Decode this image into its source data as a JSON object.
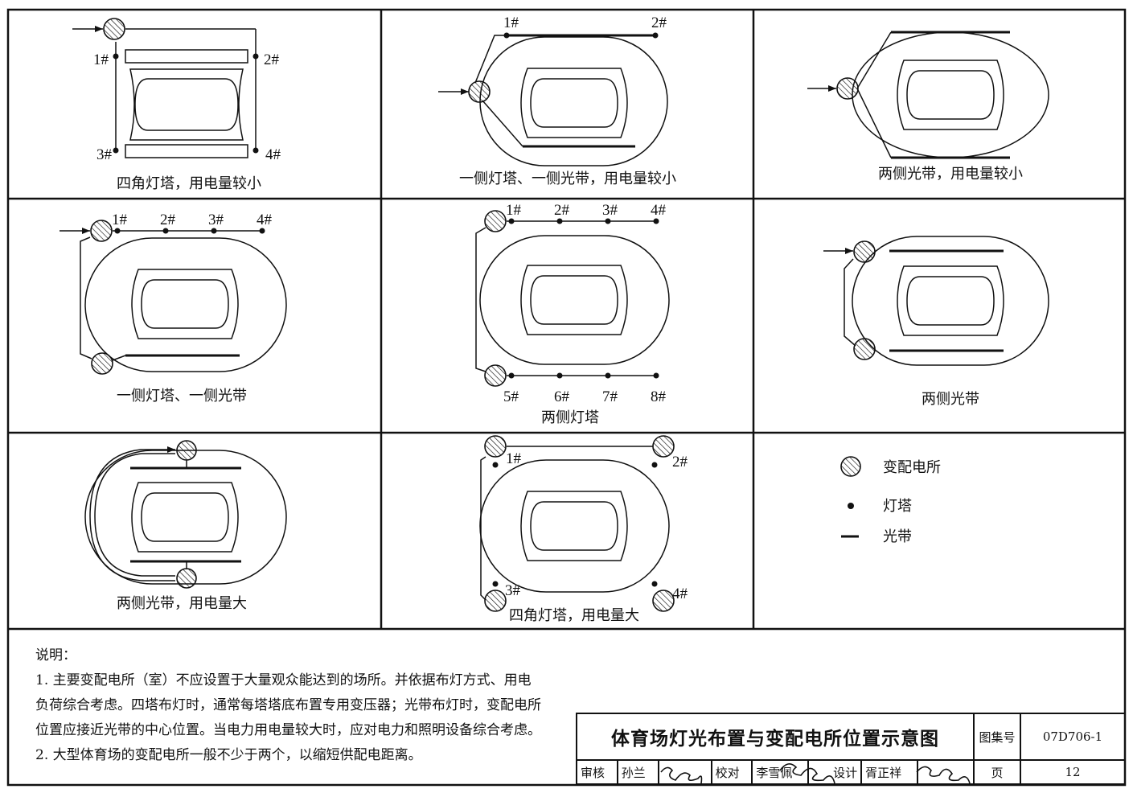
{
  "panels": [
    {
      "caption": "四角灯塔，用电量较小",
      "towers": [
        "1#",
        "2#",
        "3#",
        "4#"
      ]
    },
    {
      "caption": "一侧灯塔、一侧光带，用电量较小",
      "towers": [
        "1#",
        "2#"
      ]
    },
    {
      "caption": "两侧光带，用电量较小"
    },
    {
      "caption": "一侧灯塔、一侧光带",
      "towers": [
        "1#",
        "2#",
        "3#",
        "4#"
      ]
    },
    {
      "caption": "两侧灯塔",
      "towers": [
        "1#",
        "2#",
        "3#",
        "4#",
        "5#",
        "6#",
        "7#",
        "8#"
      ]
    },
    {
      "caption": "两侧光带"
    },
    {
      "caption": "两侧光带，用电量大"
    },
    {
      "caption": "四角灯塔，用电量大",
      "towers": [
        "1#",
        "2#",
        "3#",
        "4#"
      ]
    }
  ],
  "legend": [
    {
      "label": "变配电所",
      "symbol": "hatched-circle-icon"
    },
    {
      "label": "灯塔",
      "symbol": "dot-icon"
    },
    {
      "label": "光带",
      "symbol": "bar-icon"
    }
  ],
  "notes": {
    "heading": "说明：",
    "lines": [
      "1. 主要变配电所（室）不应设置于大量观众能达到的场所。并依据布灯方式、用电",
      "负荷综合考虑。四塔布灯时，通常每塔塔底布置专用变压器；光带布灯时，变配电所",
      "位置应接近光带的中心位置。当电力用电量较大时，应对电力和照明设备综合考虑。",
      "2. 大型体育场的变配电所一般不少于两个，以缩短供配电距离。"
    ]
  },
  "title_block": {
    "title": "体育场灯光布置与变配电所位置示意图",
    "atlas_label": "图集号",
    "atlas_no": "07D706-1",
    "review_label": "审核",
    "reviewer": "孙兰",
    "check_label": "校对",
    "checker": "李雪佩",
    "design_label": "设计",
    "designer": "胥正祥",
    "page_label": "页",
    "page_no": "12"
  }
}
